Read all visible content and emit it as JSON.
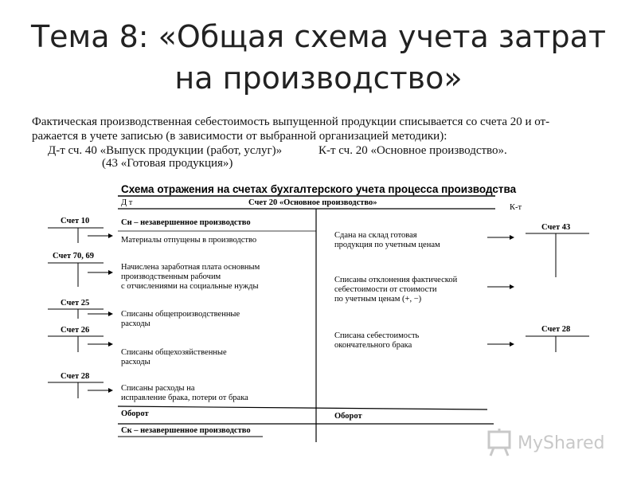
{
  "slide": {
    "title_line1": "Тема 8: «Общая схема учета затрат",
    "title_line2": "на производство»"
  },
  "intro": {
    "line1": "Фактическая производственная себестоимость выпущенной продукции списывается со счета 20 и от-",
    "line2": "ражается в учете записью (в зависимости от выбранной организацией методики):",
    "line3_debit": "Д-т сч. 40 «Выпуск продукции (работ, услуг)»",
    "line3_credit": "К-т сч. 20 «Основное производство».",
    "line4": "(43 «Готовая продукция»)"
  },
  "schema": {
    "title": "Схема отражения на счетах бухгалтерского учета процесса производства",
    "debit_label": "Д т",
    "credit_label": "К-т",
    "header": "Счет  20 «Основное производство»",
    "left_accounts": [
      "Счет 10",
      "Счет 70, 69",
      "Счет 25",
      "Счет 26",
      "Счет 28"
    ],
    "right_accounts": [
      "Счет 43",
      "Счет 28"
    ],
    "debit_entries": {
      "opening": "Сн – незавершенное производство",
      "materials": "Материалы отпущены в производство",
      "wages_1": "Начислена заработная плата основным",
      "wages_2": "производственным рабочим",
      "wages_3": "с отчислениями на социальные нужды",
      "overhead_1": "Списаны общепроизводственные",
      "overhead_2": "расходы",
      "general_1": "Списаны общехозяйственные",
      "general_2": "расходы",
      "defect_1": "Списаны  расходы на",
      "defect_2": "исправление брака,   потери от брака"
    },
    "credit_entries": {
      "warehouse_1": "Сдана на склад готовая",
      "warehouse_2": "продукция по учетным ценам",
      "deviation_1": "Списаны отклонения фактической",
      "deviation_2": "себестоимости от стоимости",
      "deviation_3": "по учетным ценам (+, −)",
      "defect_cost_1": "Списана себестоимость",
      "defect_cost_2": "окончательного брака"
    },
    "turnover_debit": "Оборот",
    "turnover_credit": "Оборот",
    "closing": "Ск – незавершенное производство"
  },
  "watermark": {
    "text": "MyShared",
    "icon": "presentation-board-icon"
  }
}
